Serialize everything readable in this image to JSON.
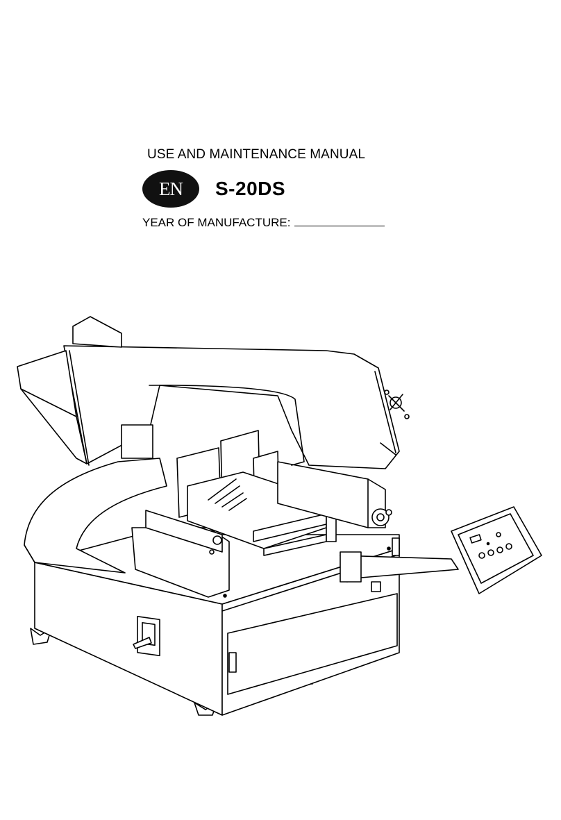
{
  "cover": {
    "title": "USE AND MAINTENANCE MANUAL",
    "language_badge": "EN",
    "model": "S-20DS",
    "year_label": "YEAR OF MANUFACTURE:"
  },
  "illustration": {
    "subject": "band-saw-machine"
  }
}
